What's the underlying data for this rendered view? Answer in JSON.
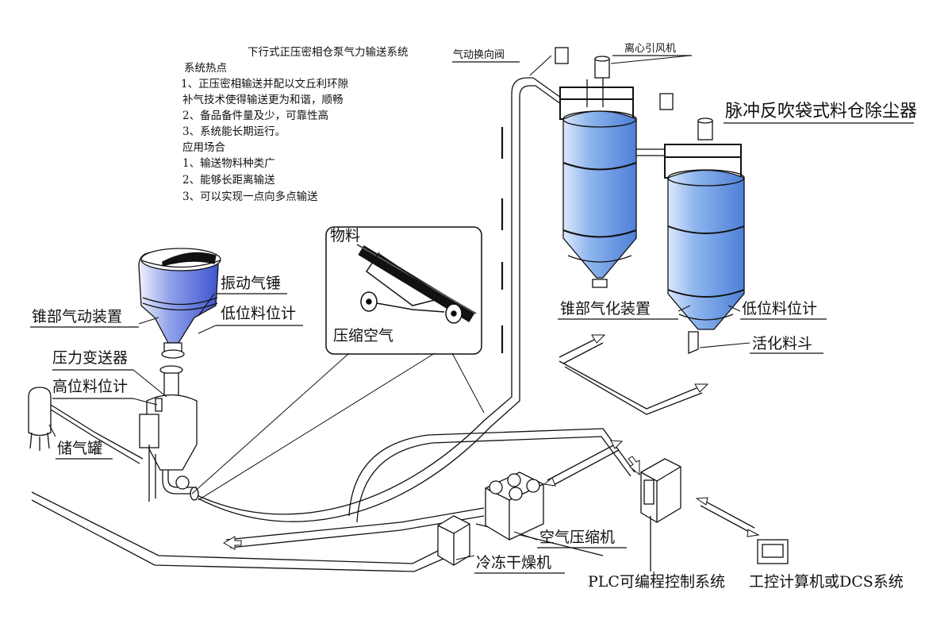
{
  "title": "下行式正压密相仓泵气力输送系统",
  "features": {
    "heading": "系统热点",
    "items": [
      "1、正压密相输送并配以文丘利环隙",
      "补气技术使得输送更为和谐，顺畅",
      "2、备品备件量及少，可靠性高",
      "3、系统能长期运行。"
    ]
  },
  "applications": {
    "heading": "应用场合",
    "items": [
      "1、输送物料种类广",
      "2、能够长距离输送",
      "3、可以实现一点向多点输送"
    ]
  },
  "labels": {
    "valve": "气动换向阀",
    "fan": "离心引风机",
    "collector": "脉冲反吹袋式料仓除尘器",
    "material": "物料",
    "compressed_air": "压缩空气",
    "vibrator": "振动气锤",
    "low_level_left": "低位料位计",
    "cone_pneumatic": "锥部气动装置",
    "pressure_transmitter": "压力变送器",
    "high_level": "高位料位计",
    "gas_tank": "储气罐",
    "cone_aeration": "锥部气化装置",
    "low_level_right": "低位料位计",
    "activation_hopper": "活化料斗",
    "air_compressor": "空气压缩机",
    "dryer": "冷冻干燥机",
    "plc": "PLC可编程控制系统",
    "ipc": "工控计算机或DCS系统"
  },
  "colors": {
    "silo_blue": "#6f9fe0",
    "silo_light": "#dde8fb",
    "hopper_blue": "#5b6fd8",
    "line": "#111111"
  }
}
